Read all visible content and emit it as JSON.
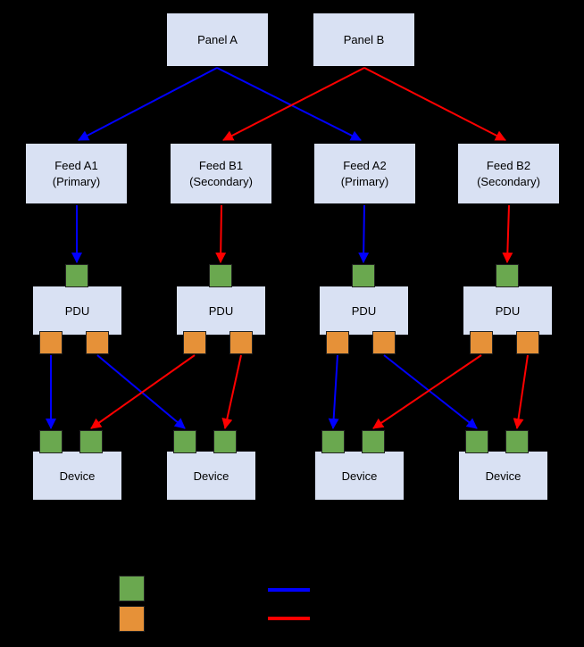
{
  "colors": {
    "background": "#000000",
    "box_fill": "#d9e1f3",
    "green": "#6aa84f",
    "orange": "#e69138",
    "blue": "#0000ff",
    "red": "#ff0000"
  },
  "panels": [
    {
      "label": "Panel A"
    },
    {
      "label": "Panel B"
    }
  ],
  "feeds": [
    {
      "name": "Feed A1",
      "role": "(Primary)"
    },
    {
      "name": "Feed B1",
      "role": "(Secondary)"
    },
    {
      "name": "Feed A2",
      "role": "(Primary)"
    },
    {
      "name": "Feed B2",
      "role": "(Secondary)"
    }
  ],
  "pdus": [
    {
      "label": "PDU"
    },
    {
      "label": "PDU"
    },
    {
      "label": "PDU"
    },
    {
      "label": "PDU"
    }
  ],
  "devices": [
    {
      "label": "Device"
    },
    {
      "label": "Device"
    },
    {
      "label": "Device"
    },
    {
      "label": "Device"
    }
  ],
  "legend": {
    "items": [
      {
        "swatch": "green-square"
      },
      {
        "swatch": "orange-square"
      },
      {
        "swatch": "blue-line"
      },
      {
        "swatch": "red-line"
      }
    ]
  },
  "edges": [
    {
      "from": "panelA_out",
      "to": "feedA1_in",
      "color": "blue"
    },
    {
      "from": "panelA_out",
      "to": "feedA2_in",
      "color": "blue"
    },
    {
      "from": "panelB_out",
      "to": "feedB1_in",
      "color": "red"
    },
    {
      "from": "panelB_out",
      "to": "feedB2_in",
      "color": "red"
    },
    {
      "from": "feedA1_out",
      "to": "pdu1_in",
      "color": "blue"
    },
    {
      "from": "feedB1_out",
      "to": "pdu2_in",
      "color": "red"
    },
    {
      "from": "feedA2_out",
      "to": "pdu3_in",
      "color": "blue"
    },
    {
      "from": "feedB2_out",
      "to": "pdu4_in",
      "color": "red"
    },
    {
      "from": "pdu1_out1",
      "to": "device1_in1",
      "color": "blue"
    },
    {
      "from": "pdu1_out2",
      "to": "device2_in1",
      "color": "blue"
    },
    {
      "from": "pdu2_out1",
      "to": "device1_in2",
      "color": "red"
    },
    {
      "from": "pdu2_out2",
      "to": "device2_in2",
      "color": "red"
    },
    {
      "from": "pdu3_out1",
      "to": "device3_in1",
      "color": "blue"
    },
    {
      "from": "pdu3_out2",
      "to": "device4_in1",
      "color": "blue"
    },
    {
      "from": "pdu4_out1",
      "to": "device3_in2",
      "color": "red"
    },
    {
      "from": "pdu4_out2",
      "to": "device4_in2",
      "color": "red"
    }
  ]
}
